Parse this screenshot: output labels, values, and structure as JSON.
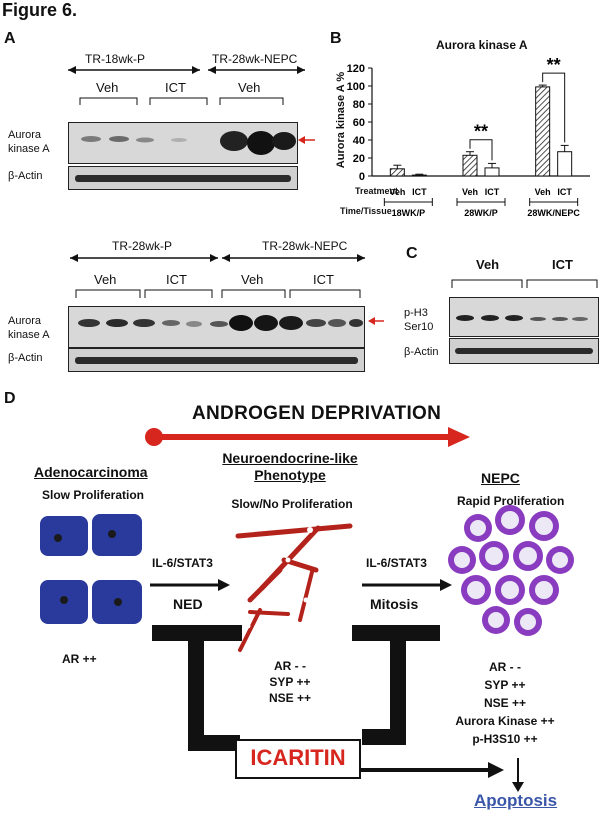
{
  "figure_title": "Figure 6.",
  "panels": {
    "a": "A",
    "b": "B",
    "c": "C",
    "d": "D"
  },
  "panel_a": {
    "blot1": {
      "group_left": "TR-18wk-P",
      "group_right": "TR-28wk-NEPC",
      "sub_veh": "Veh",
      "sub_ict": "ICT",
      "sub_veh2": "Veh",
      "row1_label_line1": "Aurora",
      "row1_label_line2": "kinase A",
      "row2_label": "β-Actin"
    },
    "blot2": {
      "group_left": "TR-28wk-P",
      "group_right": "TR-28wk-NEPC",
      "sub_veh": "Veh",
      "sub_ict": "ICT",
      "sub_veh2": "Veh",
      "sub_ict2": "ICT",
      "row1_label_line1": "Aurora",
      "row1_label_line2": "kinase A",
      "row2_label": "β-Actin"
    }
  },
  "panel_c": {
    "sub_veh": "Veh",
    "sub_ict": "ICT",
    "row1_label_line1": "p-H3",
    "row1_label_line2": "Ser10",
    "row2_label": "β-Actin"
  },
  "chart_data": {
    "type": "bar",
    "title": "Aurora kinase A",
    "ylabel": "Aurora kinase A %",
    "ylim": [
      0,
      120
    ],
    "yticks": [
      0,
      20,
      40,
      60,
      80,
      100,
      120
    ],
    "categories": [
      "18WK/P",
      "28WK/P",
      "28WK/NEPC"
    ],
    "treatment_label": "Treatment",
    "time_label": "Time/Tissue",
    "treatments": [
      "Veh",
      "ICT"
    ],
    "series": [
      {
        "name": "Veh",
        "values": [
          8,
          23,
          99
        ],
        "errors": [
          4,
          4,
          2
        ],
        "fill": "hatched"
      },
      {
        "name": "ICT",
        "values": [
          1,
          9,
          27
        ],
        "errors": [
          1,
          5,
          7
        ],
        "fill": "white"
      }
    ],
    "significance": [
      {
        "group": "28WK/P",
        "label": "**"
      },
      {
        "group": "28WK/NEPC",
        "label": "**"
      }
    ]
  },
  "panel_d": {
    "androgen": "ANDROGEN DEPRIVATION",
    "adeno_title": "Adenocarcinoma",
    "adeno_sub": "Slow Proliferation",
    "ne_title_line1": "Neuroendocrine-like",
    "ne_title_line2": "Phenotype",
    "ne_sub": "Slow/No Proliferation",
    "nepc_title": "NEPC",
    "nepc_sub": "Rapid Proliferation",
    "arrow1_top": "IL-6/STAT3",
    "arrow1_bottom": "NED",
    "arrow2_top": "IL-6/STAT3",
    "arrow2_bottom": "Mitosis",
    "adeno_markers": [
      "AR ++"
    ],
    "ne_markers": [
      "AR - -",
      "SYP ++",
      "NSE ++"
    ],
    "nepc_markers": [
      "AR - -",
      "SYP ++",
      "NSE ++",
      "Aurora Kinase ++",
      "p-H3S10 ++"
    ],
    "icaritin": "ICARITIN",
    "apoptosis": "Apoptosis",
    "colors": {
      "red": "#d7261e",
      "blue": "#2a3a9c",
      "purple": "#8a3cc0",
      "apoptosis": "#3a56a8"
    }
  }
}
